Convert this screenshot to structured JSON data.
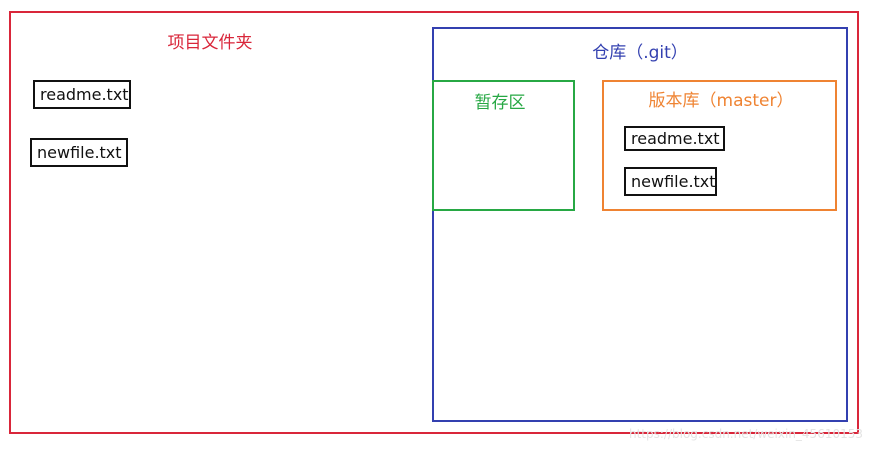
{
  "project_folder": {
    "title": "项目文件夹",
    "files": [
      "readme.txt",
      "newfile.txt"
    ]
  },
  "repository": {
    "title": "仓库（.git）"
  },
  "staging_area": {
    "title": "暂存区"
  },
  "master_branch": {
    "title": "版本库（master）",
    "files": [
      "readme.txt",
      "newfile.txt"
    ]
  },
  "watermark": "https://blog.csdn.net/weixin_45610153",
  "colors": {
    "project": "#d9263a",
    "repository": "#3340b0",
    "staging": "#27a844",
    "master": "#ef8332",
    "file_border": "#111111"
  }
}
